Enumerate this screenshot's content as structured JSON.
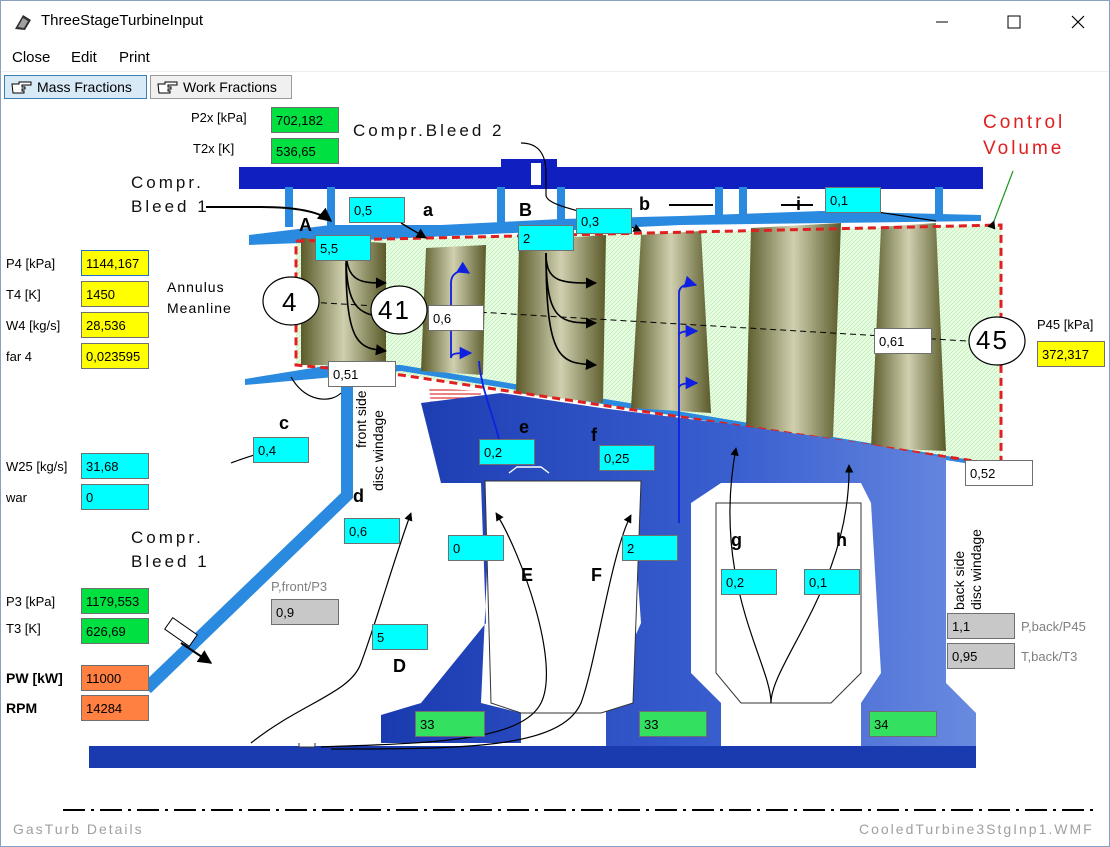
{
  "window": {
    "title": "ThreeStageTurbineInput",
    "icon": "turbine-app-icon",
    "controls": [
      "minimize-icon",
      "maximize-icon",
      "close-icon"
    ]
  },
  "menu": [
    "Close",
    "Edit",
    "Print"
  ],
  "tabs": [
    {
      "label": "Mass Fractions",
      "icon": "pointing-hand-icon",
      "active": true
    },
    {
      "label": "Work Fractions",
      "icon": "pointing-hand-icon",
      "active": false
    }
  ],
  "labels": {
    "p2x": "P2x [kPa]",
    "t2x": "T2x [K]",
    "compr_bleed_2": "Compr.Bleed 2",
    "control_volume_1": "Control",
    "control_volume_2": "Volume",
    "compr_bleed_1a_1": "Compr.",
    "compr_bleed_1a_2": "Bleed 1",
    "compr_bleed_1b_1": "Compr.",
    "compr_bleed_1b_2": "Bleed 1",
    "annulus_1": "Annulus",
    "annulus_2": "Meanline",
    "p4": "P4 [kPa]",
    "t4": "T4 [K]",
    "w4": "W4 [kg/s]",
    "far4": "far 4",
    "w25": "W25 [kg/s]",
    "war": "war",
    "p3": "P3 [kPa]",
    "t3": "T3 [K]",
    "pw": "PW [kW]",
    "rpm": "RPM",
    "p45": "P45 [kPa]",
    "pfront": "P,front/P3",
    "pback": "P,back/P45",
    "tback": "T,back/T3",
    "front_windage_1": "front side",
    "front_windage_2": "disc windage",
    "back_windage_1": "back side",
    "back_windage_2": "disc windage",
    "station_4": "4",
    "station_41": "41",
    "station_45": "45",
    "footer_left": "GasTurb Details",
    "footer_right": "CooledTurbine3StgInp1.WMF"
  },
  "letters": [
    "a",
    "b",
    "i",
    "A",
    "B",
    "c",
    "d",
    "e",
    "f",
    "g",
    "h",
    "D",
    "E",
    "F"
  ],
  "values": {
    "p2x": "702,182",
    "t2x": "536,65",
    "p4": "1144,167",
    "t4": "1450",
    "w4": "28,536",
    "far4": "0,023595",
    "w25": "31,68",
    "war": "0",
    "p3": "1179,553",
    "t3": "626,69",
    "pw": "11000",
    "rpm": "14284",
    "p45": "372,317",
    "bleed_a": "0,5",
    "bleed_A": "5,5",
    "bleed_b": "0,3",
    "bleed_B": "2",
    "bleed_i": "0,1",
    "c": "0,4",
    "d": "0,6",
    "D": "5",
    "e": "0,2",
    "f": "0,25",
    "E": "0",
    "F": "2",
    "g": "0,2",
    "h": "0,1",
    "v041": "0,6",
    "v051": "0,51",
    "v061": "0,61",
    "v052": "0,52",
    "pfront": "0,9",
    "pback": "1,1",
    "tback": "0,95",
    "disc1": "33",
    "disc2": "33",
    "disc3": "34"
  },
  "colors": {
    "casing_blue": "#1020c0",
    "disc_blue": "#2a4fc0",
    "cooling_cyan": "#00ffff",
    "input_green": "#00e040",
    "input_yellow": "#ffff00",
    "input_orange": "#ff8040",
    "control_volume_red": "#e02020",
    "blade_olive": "#6b6a3a"
  }
}
